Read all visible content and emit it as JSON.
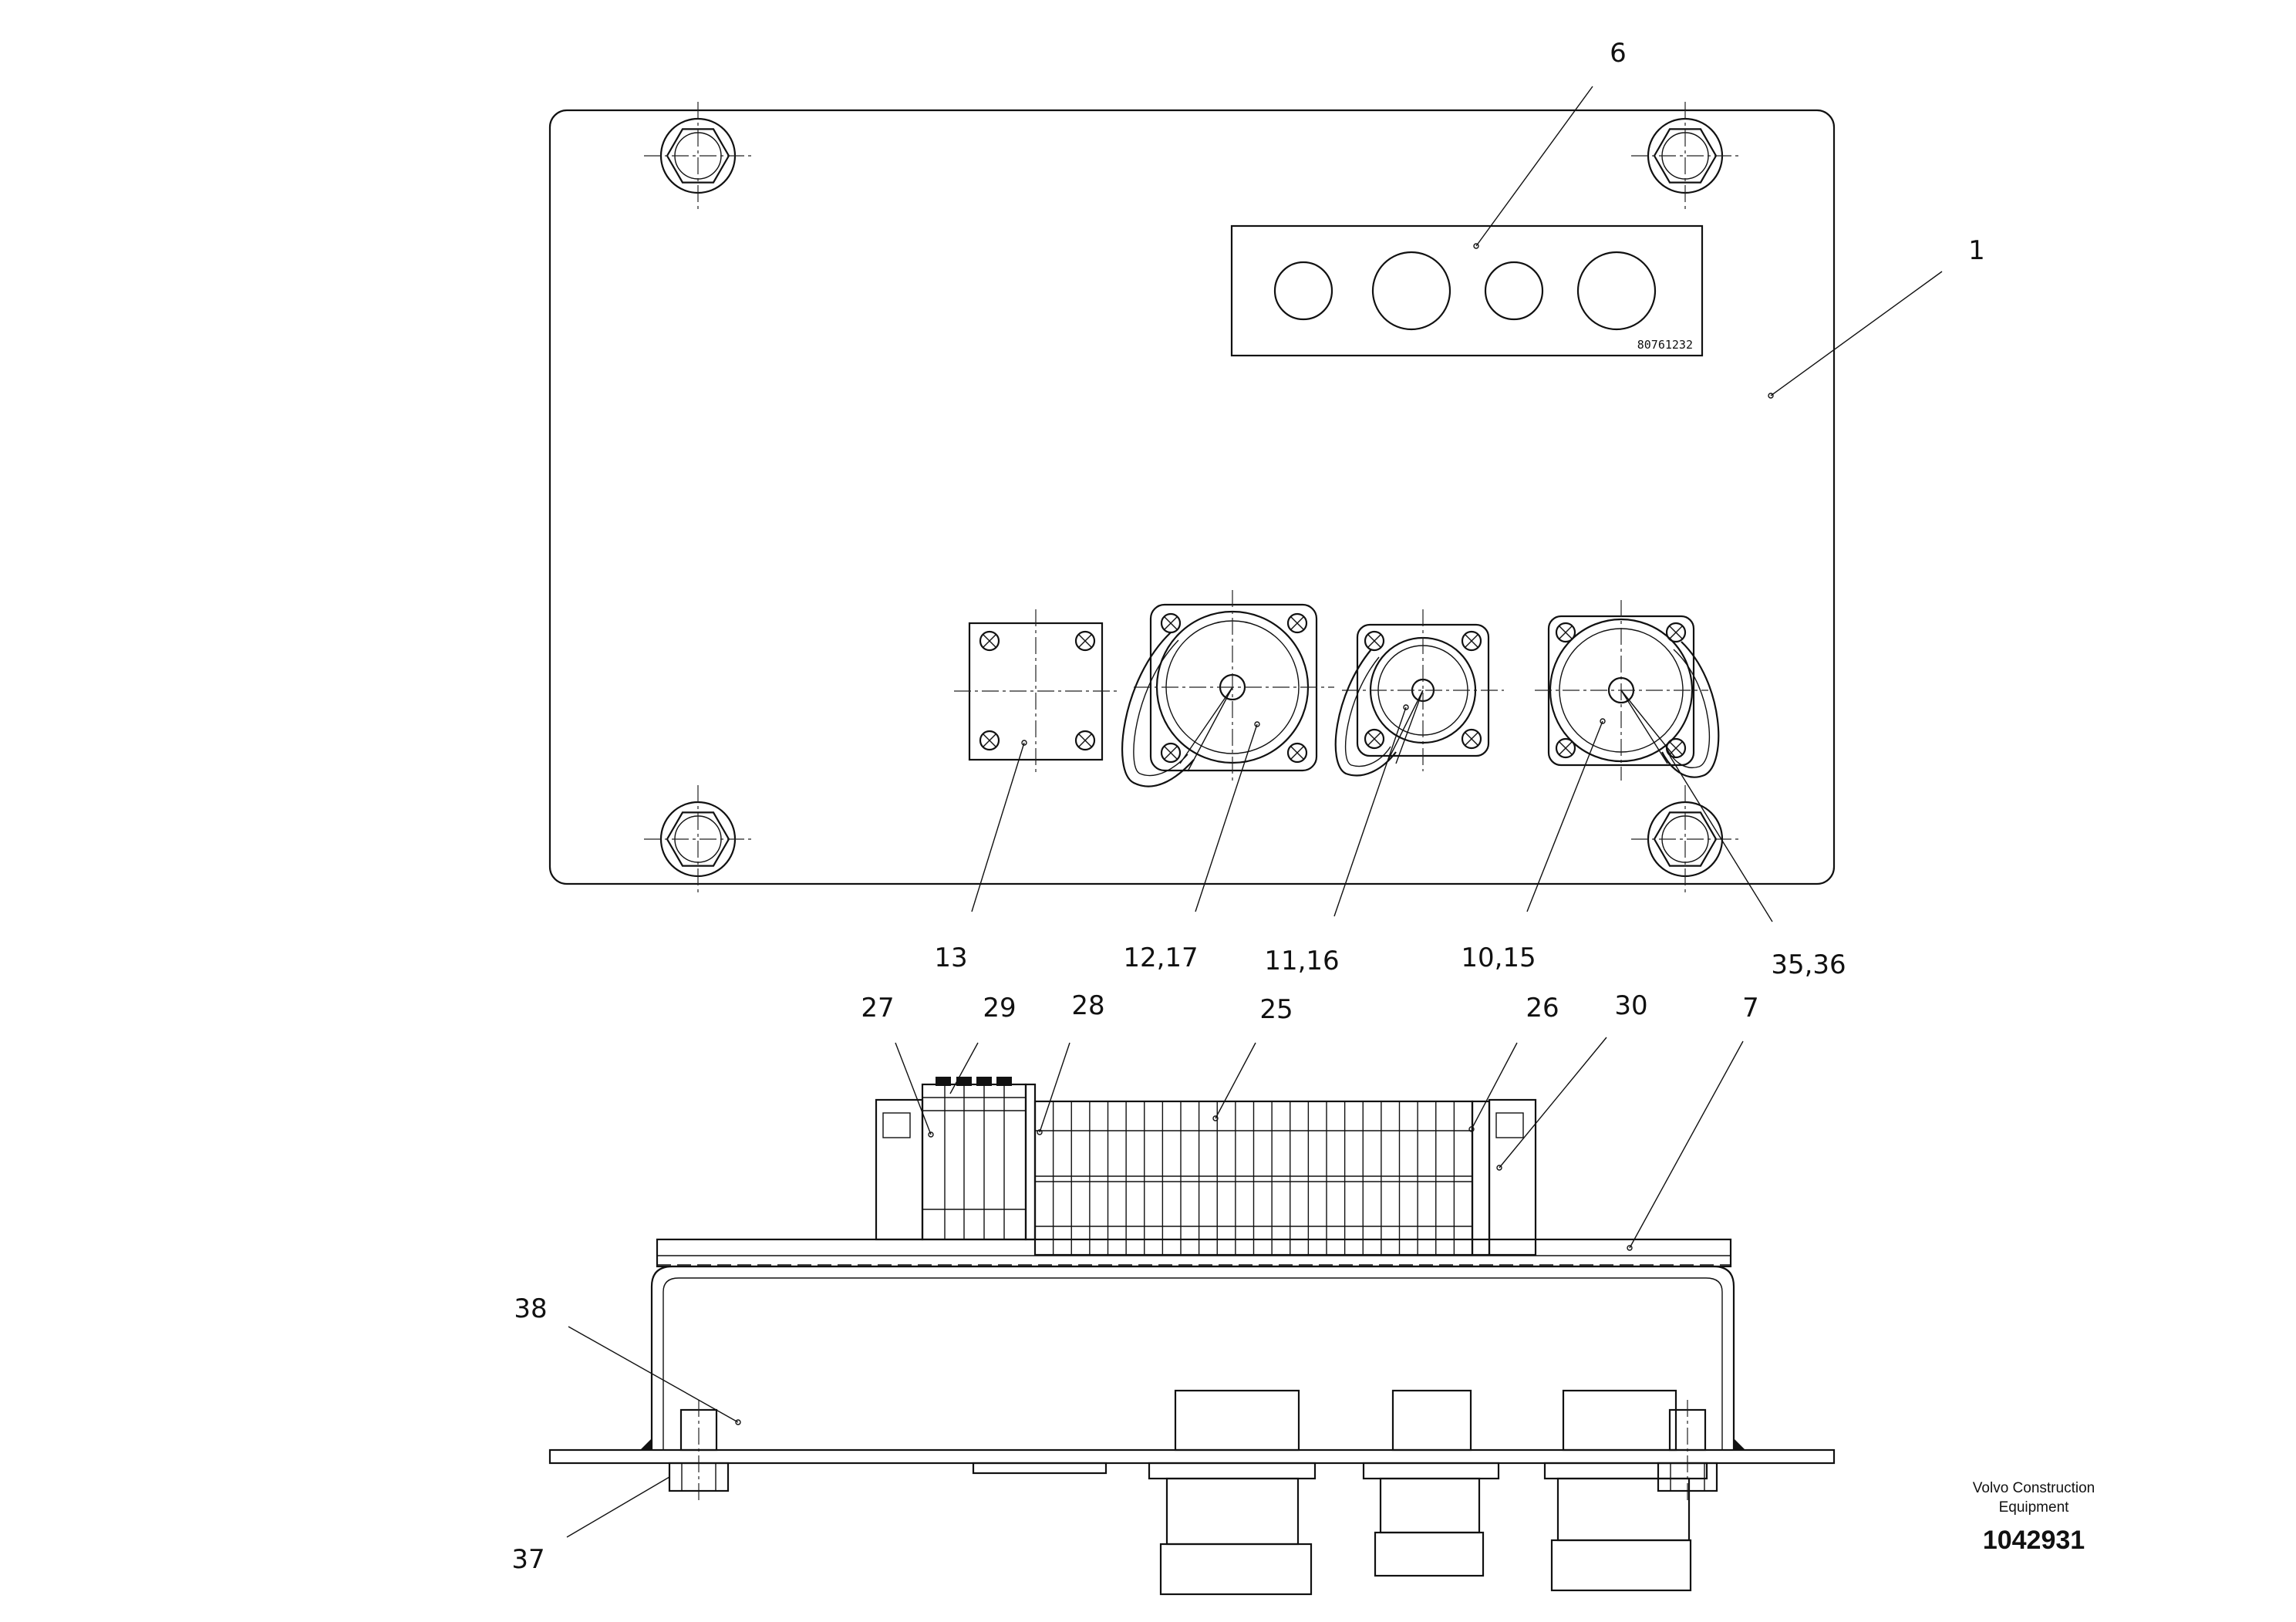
{
  "drawing": {
    "callouts": [
      "6",
      "1",
      "13",
      "12,17",
      "11,16",
      "10,15",
      "35,36",
      "27",
      "29",
      "28",
      "25",
      "26",
      "30",
      "7",
      "38",
      "37"
    ],
    "plate_number": "80761232"
  },
  "titleblock": {
    "brand_line1": "Volvo Construction",
    "brand_line2": "Equipment",
    "doc_number": "1042931"
  }
}
